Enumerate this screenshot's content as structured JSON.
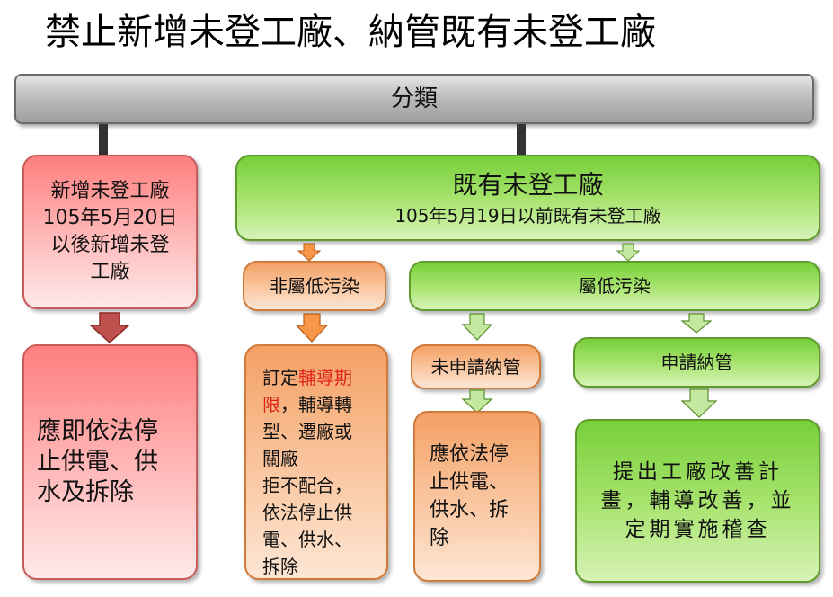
{
  "title": "禁止新增未登工廠、納管既有未登工廠",
  "category": "分類",
  "new_factory": {
    "lines": [
      "新增未登工廠",
      "105年5月20日",
      "以後新增未登",
      "工廠"
    ]
  },
  "new_factory_action": {
    "lines": [
      "應即依法停",
      "止供電、供",
      "水及拆除"
    ]
  },
  "existing_factory": {
    "title": "既有未登工廠",
    "subtitle": "105年5月19日以前既有未登工廠"
  },
  "non_low_pollution": {
    "label": "非屬低污染",
    "action_lead": "訂定",
    "action_highlight_1": "輔導期",
    "action_highlight_2": "限",
    "action_rest_1": "，輔導轉",
    "action_lines": [
      "型、遷廠或",
      "關廠",
      "拒不配合，",
      "依法停止供",
      "電、供水、",
      "拆除"
    ]
  },
  "low_pollution": {
    "label": "屬低污染"
  },
  "not_applied": {
    "label": "未申請納管",
    "action_lines": [
      "應依法停",
      "止供電、",
      "供水、拆",
      "除"
    ]
  },
  "applied": {
    "label": "申請納管",
    "action_lines": [
      "提出工廠改善計",
      "畫，輔導改善，並",
      "定期實施稽查"
    ]
  },
  "colors": {
    "red_arrow": "#c0504d",
    "orange_arrow": "#f79646",
    "green_arrow": "#c4e8a0",
    "green_arrow_stroke": "#5a8f2c"
  }
}
